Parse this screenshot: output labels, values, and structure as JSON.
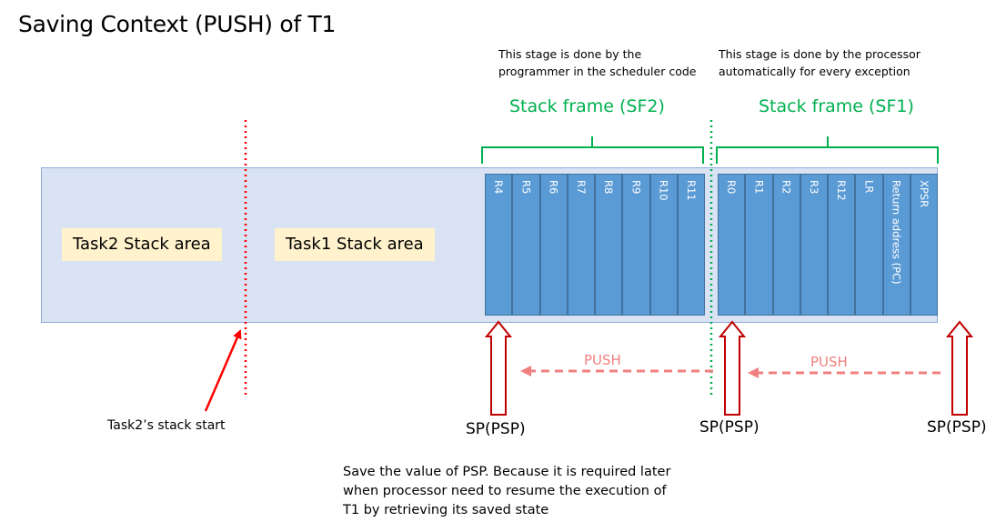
{
  "title": "Saving Context (PUSH) of T1",
  "notes": {
    "left": [
      "This stage is done by the",
      "programmer  in the scheduler code"
    ],
    "right": [
      "This stage is done by the  processor",
      "automatically for every exception"
    ]
  },
  "frames": {
    "sf2": "Stack frame (SF2)",
    "sf1": "Stack frame (SF1)"
  },
  "areas": {
    "task2": "Task2 Stack area",
    "task1": "Task1 Stack area"
  },
  "sf2_registers": [
    "R4",
    "R5",
    "R6",
    "R7",
    "R8",
    "R9",
    "R10",
    "R11"
  ],
  "sf1_registers": [
    "R0",
    "R1",
    "R2",
    "R3",
    "R12",
    "LR",
    "Return address (PC)",
    "XPSR"
  ],
  "sp_labels": [
    "SP(PSP)",
    "SP(PSP)",
    "SP(PSP)"
  ],
  "push_labels": [
    "PUSH",
    "PUSH"
  ],
  "task2_start": "Task2’s stack start",
  "bottom_note": [
    "Save the value of PSP. Because it is required later",
    "when processor need to resume the execution of",
    "T1 by retrieving its saved state"
  ],
  "colors": {
    "stack_bg": "#dae3f3",
    "register": "#5b9bd5",
    "frame_green": "#00b050",
    "area_label_bg": "#fff2cc",
    "boundary_red": "#ff0000",
    "push_arrow": "#f08080"
  }
}
